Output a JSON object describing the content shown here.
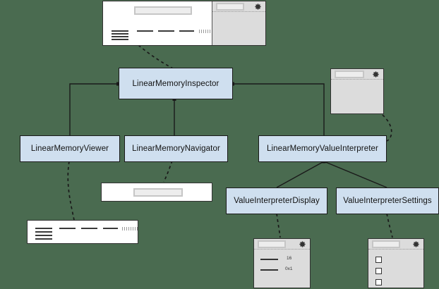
{
  "diagram": {
    "title": "LinearMemoryInspector component hierarchy",
    "background_color": "#4a6b50",
    "node_fill_color": "#cfdfef",
    "node_border_color": "#1a1a1a",
    "edge_color": "#1a1a1a",
    "nodes": [
      {
        "id": "inspector",
        "label": "LinearMemoryInspector"
      },
      {
        "id": "viewer",
        "label": "LinearMemoryViewer"
      },
      {
        "id": "navigator",
        "label": "LinearMemoryNavigator"
      },
      {
        "id": "interpreter",
        "label": "LinearMemoryValueInterpreter"
      },
      {
        "id": "display",
        "label": "ValueInterpreterDisplay"
      },
      {
        "id": "settings",
        "label": "ValueInterpreterSettings"
      }
    ],
    "thumbnails": {
      "full_inspector": {
        "name": "full-inspector-screenshot"
      },
      "interpreter_panel": {
        "name": "value-interpreter-screenshot"
      },
      "navigator_panel": {
        "name": "navigator-screenshot"
      },
      "viewer_panel": {
        "name": "memory-viewer-screenshot"
      },
      "display_panel": {
        "name": "value-interpreter-display-screenshot",
        "rows": [
          {
            "value": "16"
          },
          {
            "value": "0x1"
          }
        ]
      },
      "settings_panel": {
        "name": "value-interpreter-settings-screenshot",
        "checkbox_count": 3
      }
    },
    "icons": {
      "gear": "gear-icon"
    }
  }
}
